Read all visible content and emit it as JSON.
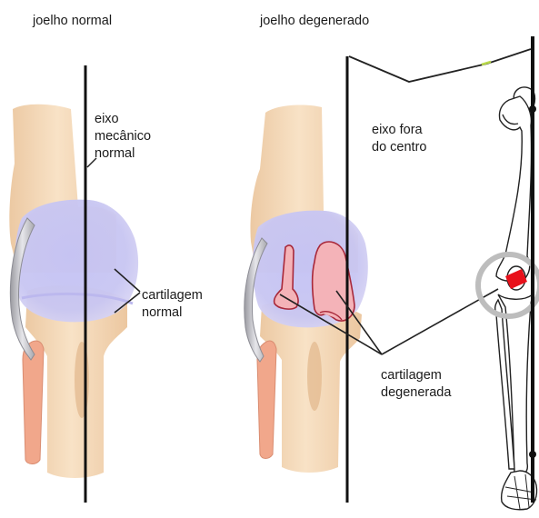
{
  "titles": {
    "normal_knee": "joelho normal",
    "degenerated_knee": "joelho degenerado"
  },
  "labels": {
    "normal_axis": [
      "eixo",
      "mecânico",
      "normal"
    ],
    "off_center_axis": [
      "eixo fora",
      "do centro"
    ],
    "normal_cartilage": [
      "cartilagem",
      "normal"
    ],
    "degenerated_cartilage": [
      "cartilagem",
      "degenerada"
    ]
  },
  "colors": {
    "bone": "#f6dcbb",
    "bone_shadow": "#e8c39c",
    "cartilage": "#c8c6f3",
    "cartilage_damage": "#f6b7bc",
    "damage_outline": "#a8283a",
    "fibula": "#f0a68a",
    "axis_line": "#111111",
    "leader_line": "#222222",
    "magnifier_ring": "#bdbdbd",
    "lesion": "#e8101a"
  }
}
